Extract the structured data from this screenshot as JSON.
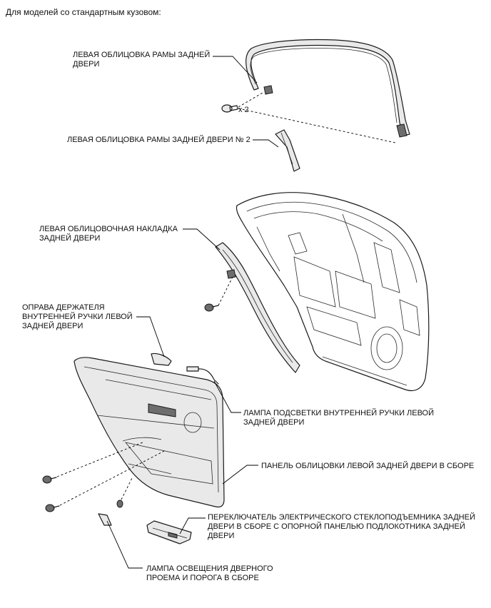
{
  "header": "Для моделей со стандартным кузовом:",
  "labels": {
    "frame_garnish": "ЛЕВАЯ ОБЛИЦОВКА РАМЫ ЗАДНЕЙ\nДВЕРИ",
    "clip_qty": "x 2",
    "frame_garnish_2": "ЛЕВАЯ ОБЛИЦОВКА РАМЫ ЗАДНЕЙ ДВЕРИ № 2",
    "door_moulding": "ЛЕВАЯ ОБЛИЦОВОЧНАЯ НАКЛАДКА\nЗАДНЕЙ ДВЕРИ",
    "handle_bezel": "ОПРАВА ДЕРЖАТЕЛЯ\nВНУТРЕННЕЙ РУЧКИ ЛЕВОЙ\nЗАДНЕЙ ДВЕРИ",
    "handle_lamp": "ЛАМПА ПОДСВЕТКИ ВНУТРЕННЕЙ РУЧКИ ЛЕВОЙ\nЗАДНЕЙ ДВЕРИ",
    "trim_panel": "ПАНЕЛЬ ОБЛИЦОВКИ ЛЕВОЙ ЗАДНЕЙ ДВЕРИ В СБОРЕ",
    "window_switch": "ПЕРЕКЛЮЧАТЕЛЬ ЭЛЕКТРИЧЕСКОГО СТЕКЛОПОДЪЕМНИКА ЗАДНЕЙ\nДВЕРИ В СБОРЕ С ОПОРНОЙ ПАНЕЛЬЮ ПОДЛОКОТНИКА ЗАДНЕЙ\nДВЕРИ",
    "courtesy_lamp": "ЛАМПА ОСВЕЩЕНИЯ ДВЕРНОГО\nПРОЕМА И ПОРОГА В СБОРЕ"
  }
}
